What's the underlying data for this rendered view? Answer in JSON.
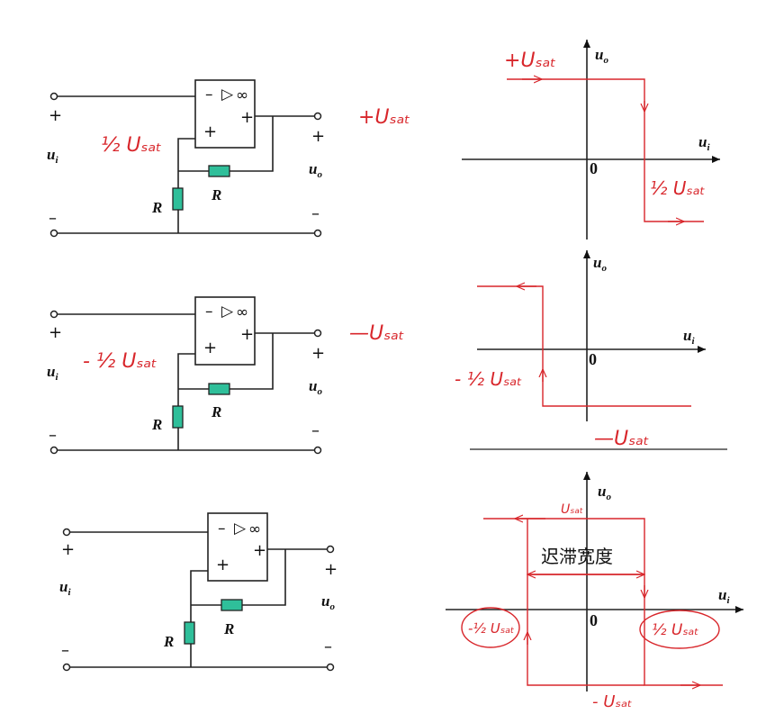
{
  "labels": {
    "ui": "u",
    "ui_sub": "i",
    "uo": "u",
    "uo_sub": "o",
    "R": "R",
    "plus": "+",
    "minus": "–",
    "op_minus": "–",
    "op_plus": "+",
    "op_triangle": "▷",
    "op_inf": "∞",
    "zero": "0"
  },
  "handwriting": {
    "c1_input": "½ Uₛₐₜ",
    "c1_out": "+Uₛₐₜ",
    "g1_top": "+Uₛₐₜ",
    "g1_thresh": "½ Uₛₐₜ",
    "c2_input": "- ½ Uₛₐₜ",
    "c2_out": "—Uₛₐₜ",
    "g2_thresh": "- ½ Uₛₐₜ",
    "g2_bottom": "—Uₛₐₜ",
    "g3_top": "Uₛₐₜ",
    "g3_left": "-½ Uₛₐₜ",
    "g3_right": "½ Uₛₐₜ",
    "g3_bottom": "- Uₛₐₜ"
  },
  "hysteresis_label": "迟滞宽度",
  "colors": {
    "annotation": "#d8262b",
    "resistor": "#2fbf9a",
    "line": "#222222"
  }
}
